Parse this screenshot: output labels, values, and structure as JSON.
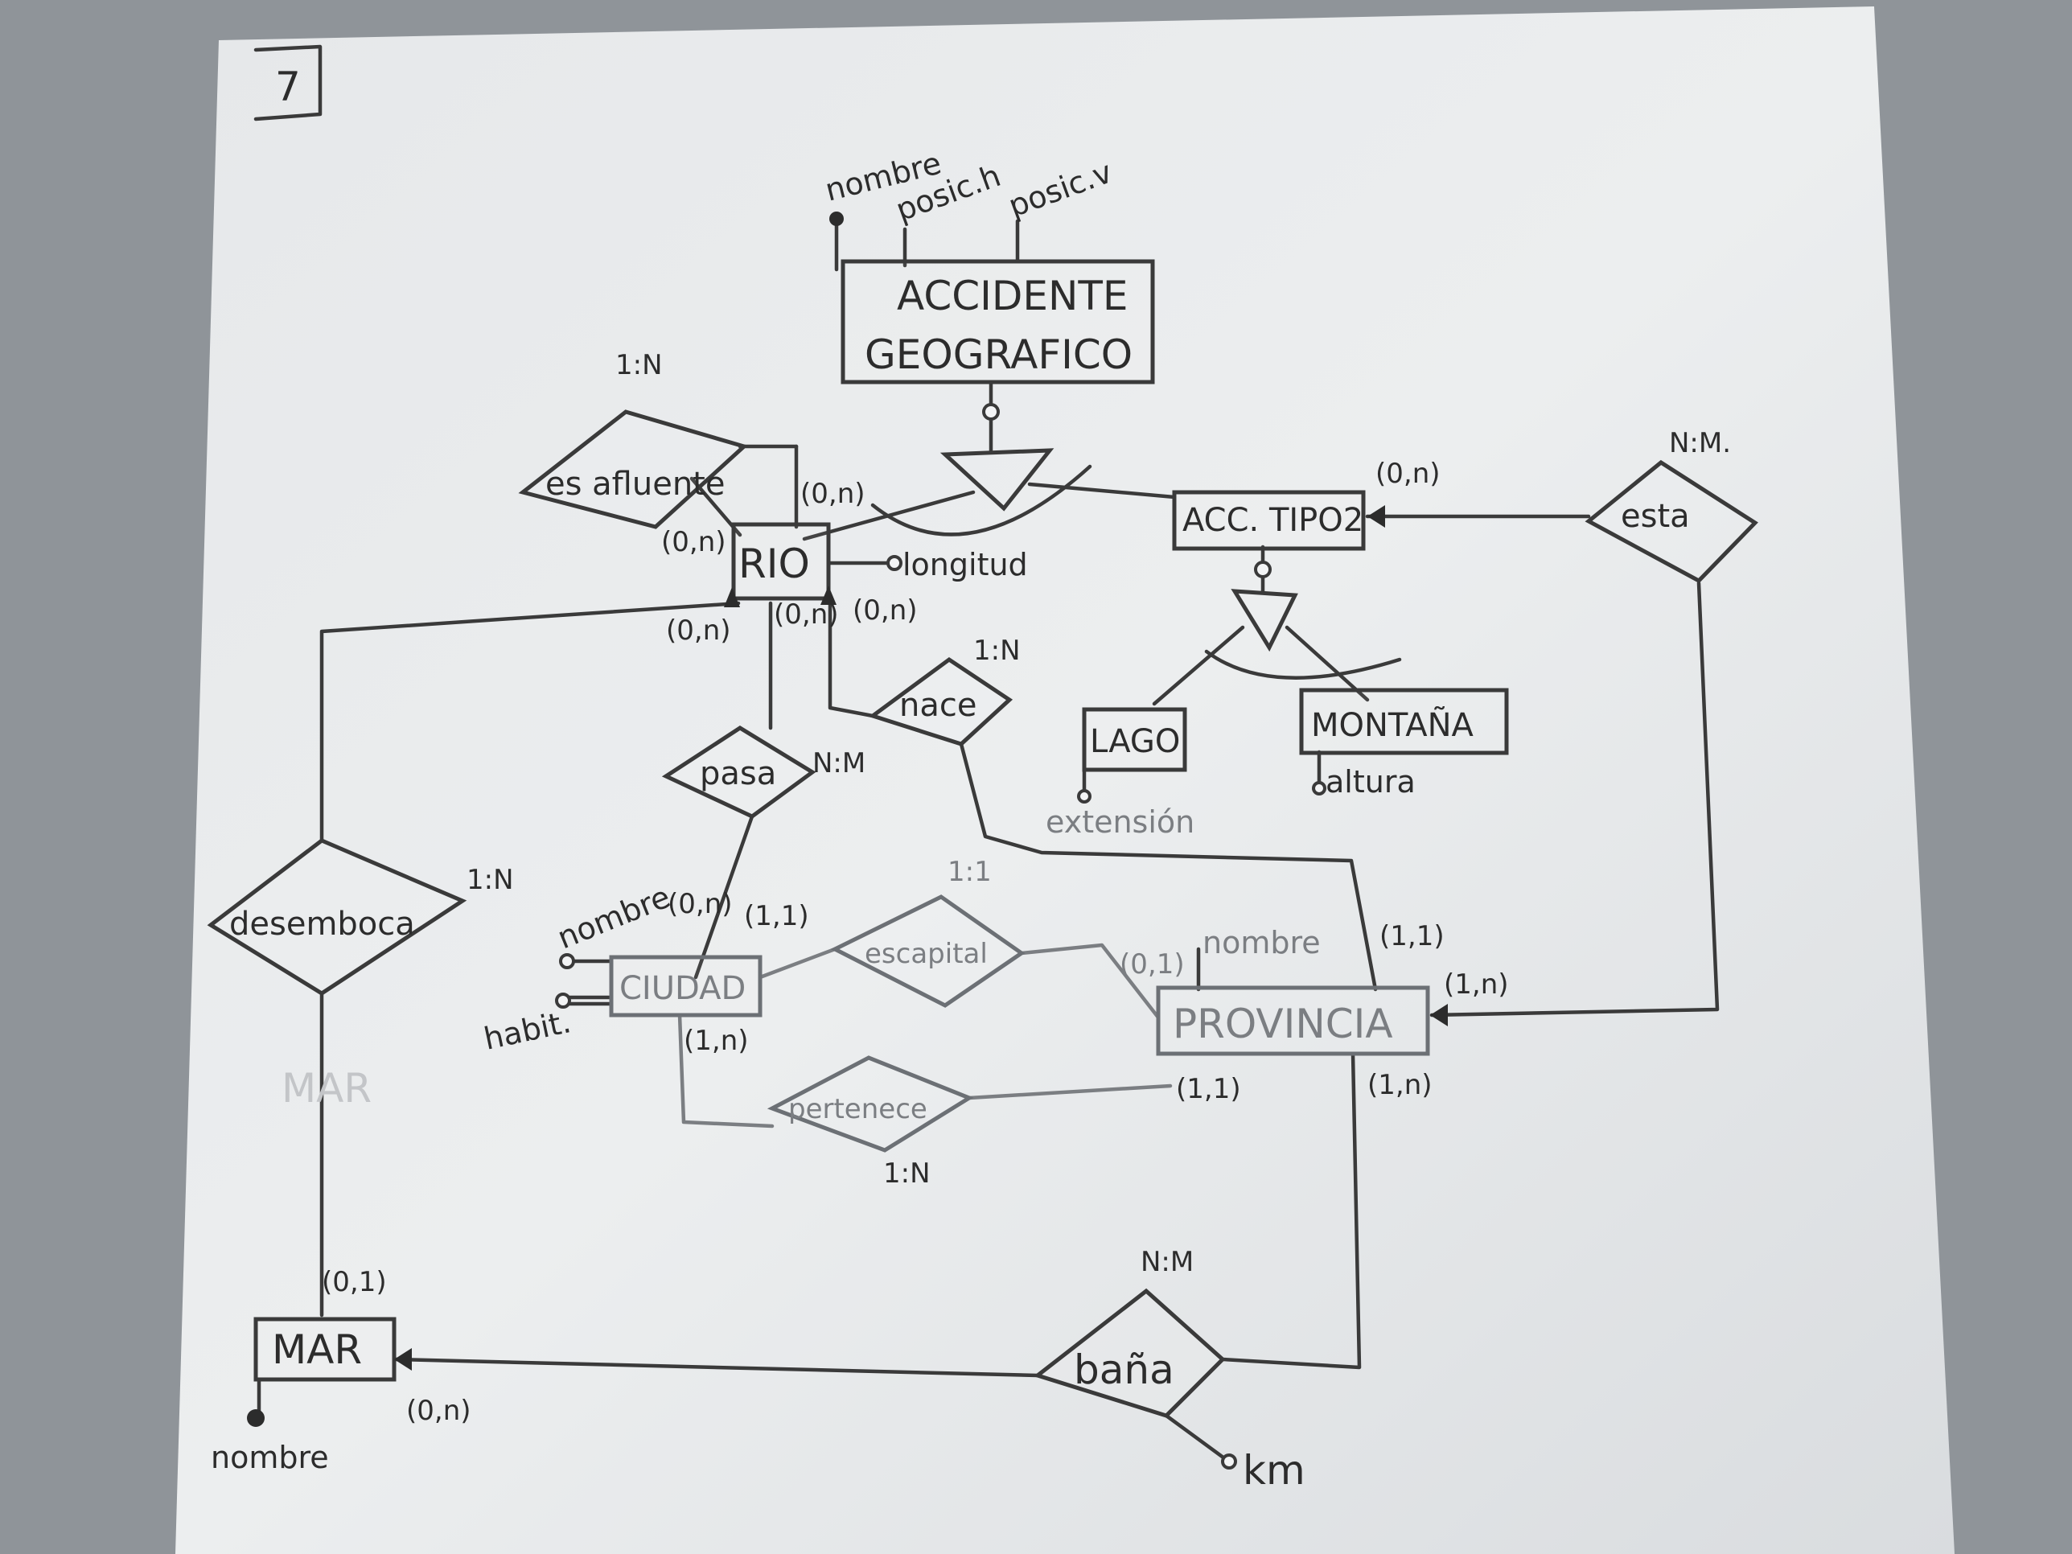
{
  "page_number": "7",
  "entities": {
    "accidente": {
      "line1": "ACCIDENTE",
      "line2": "GEOGRAFICO"
    },
    "rio": "RIO",
    "acc_tipo2": "ACC. TIPO2",
    "lago": "LAGO",
    "montana": "MONTAÑA",
    "ciudad": "CIUDAD",
    "provincia": "PROVINCIA",
    "mar": "MAR",
    "mar_ghost": "MAR"
  },
  "relationships": {
    "es_afluente": "es afluente",
    "nace": "nace",
    "pasa": "pasa",
    "desemboca": "desemboca",
    "esta": "esta",
    "es_capital": "escapital",
    "pertenece": "pertenece",
    "bana": "baña"
  },
  "attributes": {
    "accidente_nombre": "nombre",
    "accidente_posic_h": "posic.h",
    "accidente_posic_v": "posic.v",
    "rio_longitud": "longitud",
    "lago_extension": "extensión",
    "montana_altura": "altura",
    "ciudad_nombre": "nombre",
    "ciudad_habit": "habit.",
    "provincia_nombre": "nombre",
    "mar_nombre": "nombre",
    "bana_km": "km"
  },
  "cardinalities": {
    "es_afluente_ratio": "1:N",
    "nace_ratio": "1:N",
    "pasa_ratio": "N:M",
    "desemboca_ratio": "1:N",
    "esta_ratio": "N:M.",
    "es_capital_ratio": "1:1",
    "pertenece_ratio": "1:N",
    "bana_ratio": "N:M",
    "rio_afluente_a": "(0,n)",
    "rio_afluente_b": "(0,n)",
    "rio_desemboca": "(0,n)",
    "rio_pasa": "(0,n)",
    "rio_nace": "(0,n)",
    "acc_tipo2_esta": "(0,n)",
    "ciudad_pasa": "(0,n)",
    "ciudad_capital": "(1,1)",
    "ciudad_pertenece": "(1,n)",
    "provincia_capital": "(0,1)",
    "provincia_nace": "(1,1)",
    "provincia_esta": "(1,n)",
    "provincia_pertenece": "(1,1)",
    "provincia_bana": "(1,n)",
    "mar_desemboca": "(0,1)",
    "mar_bana": "(0,n)"
  }
}
